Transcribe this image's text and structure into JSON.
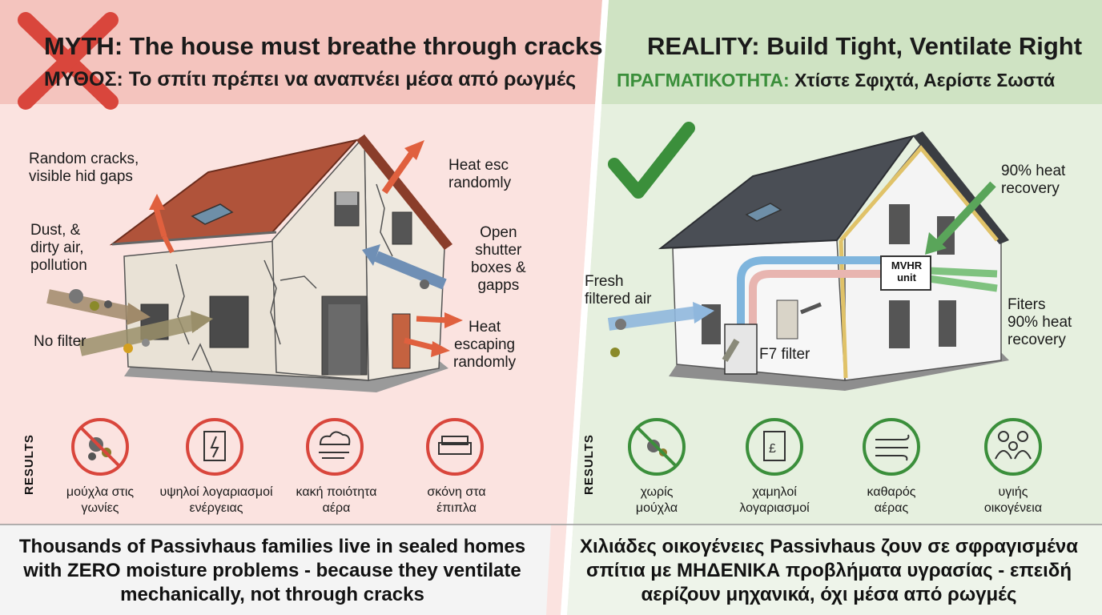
{
  "myth": {
    "title_en": "MYTH: The house must breathe through cracks",
    "title_gr_prefix": "ΜΥΘΟΣ:",
    "title_gr_rest": " Το σπίτι πρέπει να αναπνέει μέσα από ρωγμές",
    "labels": {
      "cracks": "Random cracks,\nvisible hid gaps",
      "dust": "Dust, &\ndirty air,\npollution",
      "no_filter": "No filter",
      "heat_top": "Heat esc\nrandomly",
      "shutter": "Open\nshutter\nboxes &\ngapps",
      "heat_right": "Heat\nescaping\nrandomly"
    },
    "results_label": "RESULTS",
    "results": [
      {
        "icon": "mold-icon",
        "text": "μούχλα στις\nγωνίες"
      },
      {
        "icon": "bill-icon",
        "text": "υψηλοί λογαριασμοί\nενέργειας"
      },
      {
        "icon": "bad-air-icon",
        "text": "κακή ποιότητα\nαέρα"
      },
      {
        "icon": "dusty-sofa-icon",
        "text": "σκόνη στα\nέπιπλα"
      }
    ],
    "bottom_text": "Thousands of Passivhaus families live in sealed homes with ZERO moisture problems - because they ventilate mechanically, not through cracks"
  },
  "reality": {
    "title_en": "REALITY: Build Tight, Ventilate Right",
    "title_gr_prefix": "ΠΡΑΓΜΑΤΙΚΟΤΗΤΑ:",
    "title_gr_rest": " Χτίστε Σφιχτά, Αερίστε Σωστά",
    "labels": {
      "heat_recovery_top": "90% heat\nrecovery",
      "fresh_air": "Fresh\nfiltered air",
      "mvhr": "MVHR\nunit",
      "f7": "F7 filter",
      "fiters": "Fiters\n90% heat\nrecovery"
    },
    "results_label": "RESULTS",
    "results": [
      {
        "icon": "no-mold-icon",
        "text": "χωρίς\nμούχλα"
      },
      {
        "icon": "low-bill-icon",
        "text": "χαμηλοί\nλογαριασμοί"
      },
      {
        "icon": "clean-air-icon",
        "text": "καθαρός\nαέρας"
      },
      {
        "icon": "family-icon",
        "text": "υγιής\nοικογένεια"
      }
    ],
    "bottom_text": "Χιλιάδες οικογένειες Passivhaus ζουν σε σφραγισμένα σπίτια με ΜΗΔΕΝΙΚΑ προβλήματα υγρασίας - επειδή αερίζουν μηχανικά, όχι μέσα από ρωγμές"
  },
  "colors": {
    "myth_bg": "#fbe3e0",
    "myth_header": "#f4c4be",
    "reality_bg": "#e6f0df",
    "reality_header": "#cfe3c3",
    "red": "#d9463c",
    "green": "#3b8f3b"
  }
}
